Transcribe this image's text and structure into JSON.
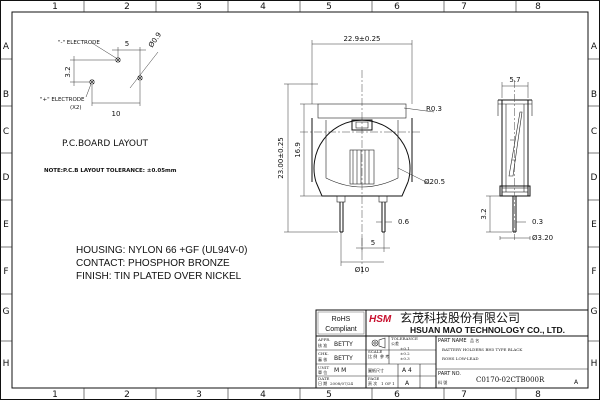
{
  "grid": {
    "columns": [
      "1",
      "2",
      "3",
      "4",
      "5",
      "6",
      "7",
      "8"
    ],
    "rows": [
      "A",
      "B",
      "C",
      "D",
      "E",
      "F",
      "G",
      "H"
    ]
  },
  "pcb_layout": {
    "neg_electrode": "\"-\" ELECTRODE",
    "pos_electrode": "\"+\" ELECTRODE",
    "pos_count": "(X2)",
    "dim_5": "5",
    "dim_dia": "Ø0.9",
    "dim_32": "3.2",
    "dim_10": "10",
    "title": "P.C.BOARD   LAYOUT",
    "tolerance_note": "NOTE:P.C.B LAYOUT TOLERANCE: ±0.05mm"
  },
  "spec": {
    "housing": "HOUSING: NYLON 66 +GF (UL94V-0)",
    "contact": "CONTACT: PHOSPHOR BRONZE",
    "finish": "FINISH: TIN PLATED OVER NICKEL"
  },
  "front_view": {
    "dim_width": "22.9±0.25",
    "dim_height": "23.00±0.25",
    "dim_inner": "16.9",
    "dim_r": "R0.3",
    "dim_dia": "Ø20.5",
    "dim_06": "0.6",
    "dim_5": "5",
    "dim_10": "Ø10"
  },
  "side_view": {
    "dim_57": "5.7",
    "dim_32": "3.2",
    "dim_03": "0.3",
    "dim_dia": "Ø3.20"
  },
  "title_block": {
    "rohs_line1": "RoHS",
    "rohs_line2": "Compliant",
    "logo": "HSM",
    "company_cn": "玄茂科技股份有限公司",
    "company_en": "HSUAN MAO TECHNOLOGY CO., LTD.",
    "appr_label": "APPR.",
    "appr_cn": "核 准",
    "appr_name": "BETTY",
    "chk_label": "CHK.",
    "chk_cn": "審 核",
    "chk_name": "BETTY",
    "tolerance_label": "TOLERANCE",
    "tolerance_cn": "公差",
    "tol_1": "±0.1",
    "tol_2": "±0.2",
    "tol_3": "±0.3",
    "scale_label": "SCALE",
    "scale_cn": "比 例",
    "ref_cn": "參 考",
    "unit_label": "UNIT",
    "unit_cn": "單 位",
    "unit_value": "M M",
    "size_label": "圖紙尺寸",
    "size_value": "A 4",
    "date_label": "DATE",
    "date_cn": "日 期",
    "date_value": "2008/07/24",
    "page_label": "PAGE",
    "page_cn": "頁 次",
    "page_value": "1 OF 1",
    "rev_value": "A",
    "part_name_label": "PART NAME",
    "part_name_cn": "品 名",
    "part_name_line1": "BATTERY HOLDERS BH5 TYPE BLACK",
    "part_name_line2": "ROHS LOW-LEAD",
    "part_no_label": "PART NO.",
    "part_no_cn": "料 號",
    "part_no_value": "C0170-02CTB000R",
    "rev_label": "A"
  }
}
